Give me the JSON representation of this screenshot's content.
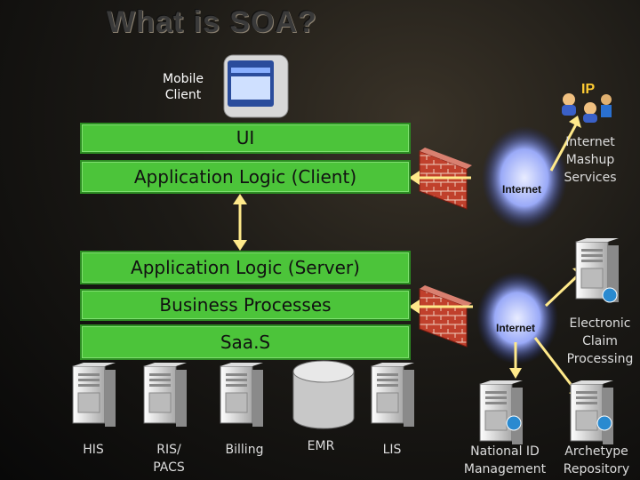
{
  "title": "What is SOA?",
  "mobile_client_label": "Mobile\nClient",
  "ip_label": "IP",
  "layers": {
    "ui": "UI",
    "app_client": "Application Logic (Client)",
    "app_server": "Application Logic (Server)",
    "business": "Business Processes",
    "saas": "Saa.S"
  },
  "internet_top": "Internet",
  "internet_bottom": "Internet",
  "mashup_label": "Internet\nMashup\nServices",
  "emr_service_label": "Electronic\nClaim\nProcessing",
  "national_id_label": "National ID\nManagement",
  "archetype_label": "Archetype\nRepository",
  "backend": [
    "HIS",
    "RIS/\nPACS",
    "Billing",
    "EMR",
    "LIS"
  ],
  "colors": {
    "layer": "#4cc43a",
    "arrow": "#ffe98a",
    "firewall": "#c0402c",
    "cloud": "#5a80ff"
  }
}
